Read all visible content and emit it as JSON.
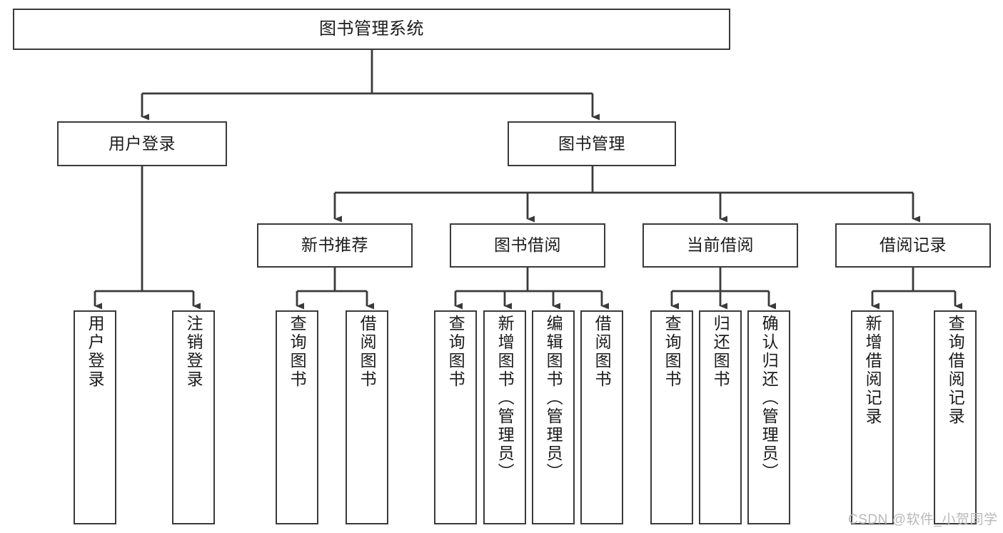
{
  "diagram": {
    "title": "图书管理系统",
    "type": "tree-hierarchy-diagram",
    "style": {
      "box_border_color": "#3a3a3a",
      "box_fill_color": "#ffffff",
      "connector_color": "#3a3a3a",
      "text_color": "#1b1b1b",
      "background": "#ffffff"
    },
    "nodes": {
      "root": {
        "label": "图书管理系统"
      },
      "level2": [
        {
          "label": "用户登录"
        },
        {
          "label": "图书管理"
        }
      ],
      "level3": [
        {
          "label": "新书推荐"
        },
        {
          "label": "图书借阅"
        },
        {
          "label": "当前借阅"
        },
        {
          "label": "借阅记录"
        }
      ],
      "leaves": {
        "user_login": [
          {
            "label": "用户登录"
          },
          {
            "label": "注销登录"
          }
        ],
        "new_book_recommend": [
          {
            "label": "查询图书"
          },
          {
            "label": "借阅图书"
          }
        ],
        "book_borrow": [
          {
            "label": "查询图书"
          },
          {
            "label": "新增图书（管理员）"
          },
          {
            "label": "编辑图书（管理员）"
          },
          {
            "label": "借阅图书"
          }
        ],
        "current_borrow": [
          {
            "label": "查询图书"
          },
          {
            "label": "归还图书"
          },
          {
            "label": "确认归还（管理员）"
          }
        ],
        "borrow_record": [
          {
            "label": "新增借阅记录"
          },
          {
            "label": "查询借阅记录"
          }
        ]
      }
    }
  },
  "watermark": {
    "text": "CSDN @软件_小贺同学"
  }
}
